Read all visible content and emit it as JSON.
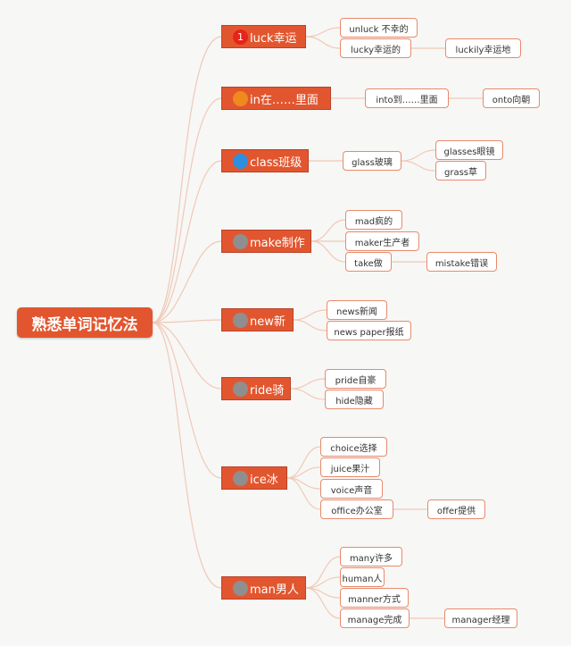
{
  "root": {
    "label": "熟悉单词记忆法"
  },
  "colors": {
    "branch_bg": "#e2562f",
    "link": "#f0c9b8",
    "leaf_border": "#e98a6c"
  },
  "branches": [
    {
      "label": "luck幸运",
      "badge": {
        "text": "1",
        "color": "#e8231a",
        "icon": "number-badge-icon"
      },
      "leaves": [
        {
          "label": "unluck 不幸的"
        },
        {
          "label": "lucky幸运的",
          "child": {
            "label": "luckily幸运地"
          }
        }
      ]
    },
    {
      "label": "in在……里面",
      "badge": {
        "text": "",
        "color": "#f08a1c",
        "icon": "progress-badge-icon"
      },
      "leaves": [
        {
          "label": "into到……里面",
          "child": {
            "label": "onto向朝"
          }
        }
      ]
    },
    {
      "label": "class班级",
      "badge": {
        "text": "",
        "color": "#2f8fdc",
        "icon": "progress-badge-icon"
      },
      "leaves": [
        {
          "label": "glass玻璃",
          "children": [
            {
              "label": "glasses眼镜"
            },
            {
              "label": "grass草"
            }
          ]
        }
      ]
    },
    {
      "label": "make制作",
      "badge": {
        "text": "",
        "color": "#8f8f8f",
        "icon": "progress-badge-icon"
      },
      "leaves": [
        {
          "label": "mad疯的"
        },
        {
          "label": "maker生产者"
        },
        {
          "label": "take做",
          "child": {
            "label": "mistake错误"
          }
        }
      ]
    },
    {
      "label": "new新",
      "badge": {
        "text": "",
        "color": "#8f8f8f",
        "icon": "progress-badge-icon"
      },
      "leaves": [
        {
          "label": "news新闻"
        },
        {
          "label": "news paper报纸"
        }
      ]
    },
    {
      "label": "ride骑",
      "badge": {
        "text": "",
        "color": "#8f8f8f",
        "icon": "progress-badge-icon"
      },
      "leaves": [
        {
          "label": "pride自豪"
        },
        {
          "label": "hide隐藏"
        }
      ]
    },
    {
      "label": "ice冰",
      "badge": {
        "text": "",
        "color": "#8f8f8f",
        "icon": "progress-badge-icon"
      },
      "leaves": [
        {
          "label": "choice选择"
        },
        {
          "label": "juice果汁"
        },
        {
          "label": "voice声音"
        },
        {
          "label": "office办公室",
          "child": {
            "label": "offer提供"
          }
        }
      ]
    },
    {
      "label": "man男人",
      "badge": {
        "text": "",
        "color": "#8f8f8f",
        "icon": "progress-badge-icon"
      },
      "leaves": [
        {
          "label": "many许多"
        },
        {
          "label": "human人"
        },
        {
          "label": "manner方式"
        },
        {
          "label": "manage完成",
          "child": {
            "label": "manager经理"
          }
        }
      ]
    }
  ]
}
